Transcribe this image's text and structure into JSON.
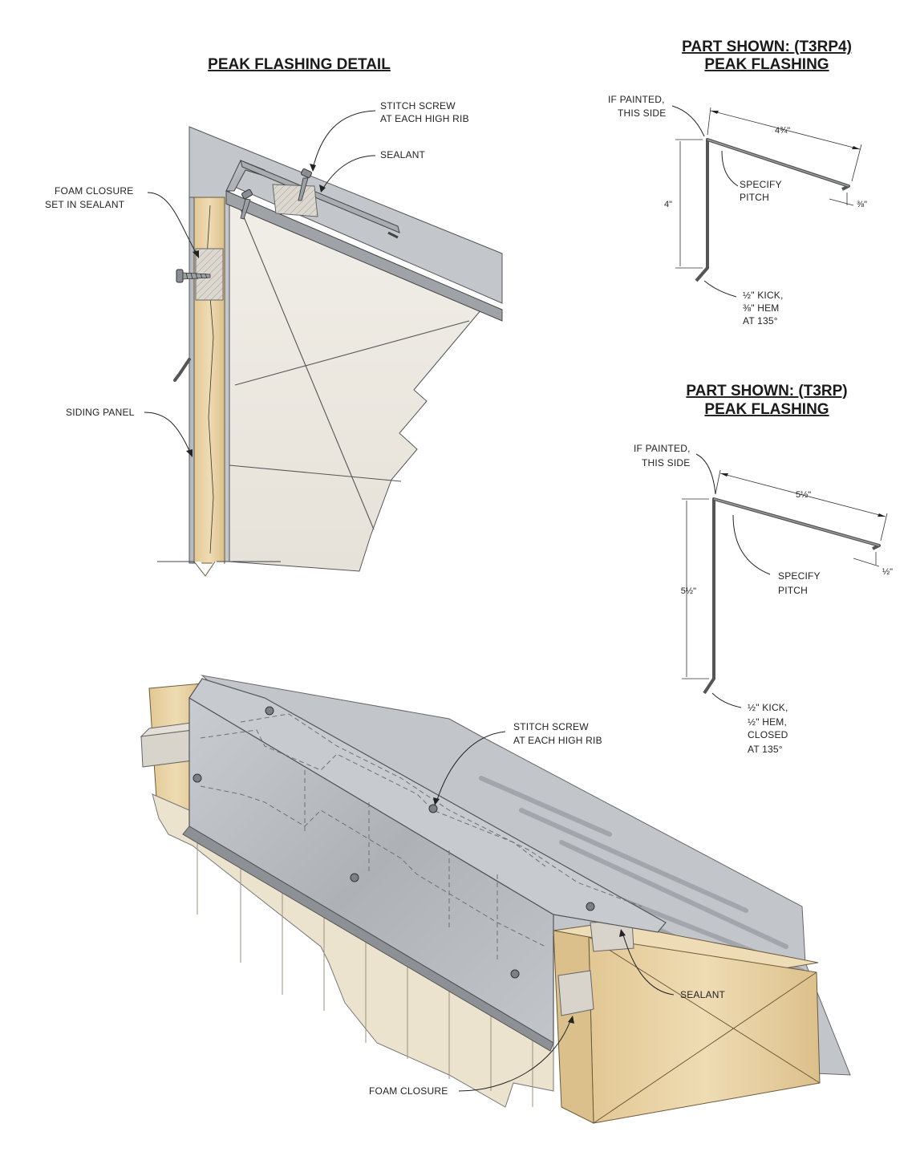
{
  "detail": {
    "title": "PEAK FLASHING DETAIL",
    "labels": {
      "stitch_screw_1": "STITCH SCREW",
      "stitch_screw_2": "AT EACH HIGH RIB",
      "sealant": "SEALANT",
      "foam_closure_1": "FOAM CLOSURE",
      "foam_closure_2": "SET IN SEALANT",
      "siding_panel": "SIDING PANEL"
    }
  },
  "part_t3rp4": {
    "title_1": "PART SHOWN: (T3RP4)",
    "title_2": "PEAK FLASHING",
    "painted_1": "IF PAINTED,",
    "painted_2": "THIS SIDE",
    "dim_top": "4¾\"",
    "dim_side": "4\"",
    "dim_hem": "⅜\"",
    "pitch_1": "SPECIFY",
    "pitch_2": "PITCH",
    "kick_1": "½\" KICK,",
    "kick_2": "⅜\" HEM",
    "kick_3": "AT 135°"
  },
  "part_t3rp": {
    "title_1": "PART SHOWN: (T3RP)",
    "title_2": "PEAK FLASHING",
    "painted_1": "IF PAINTED,",
    "painted_2": "THIS SIDE",
    "dim_top": "5½\"",
    "dim_side": "5½\"",
    "dim_hem": "½\"",
    "pitch_1": "SPECIFY",
    "pitch_2": "PITCH",
    "kick_1": "½\" KICK,",
    "kick_2": "½\" HEM,",
    "kick_3": "CLOSED",
    "kick_4": "AT 135°"
  },
  "iso": {
    "stitch_screw_1": "STITCH SCREW",
    "stitch_screw_2": "AT EACH HIGH RIB",
    "sealant": "SEALANT",
    "foam_closure": "FOAM CLOSURE"
  },
  "colors": {
    "metal": "#b9bcc0",
    "metal_dark": "#8d9196",
    "wood": "#e9d3a6",
    "foam": "#d8d4cc",
    "panel": "#eeece7"
  }
}
